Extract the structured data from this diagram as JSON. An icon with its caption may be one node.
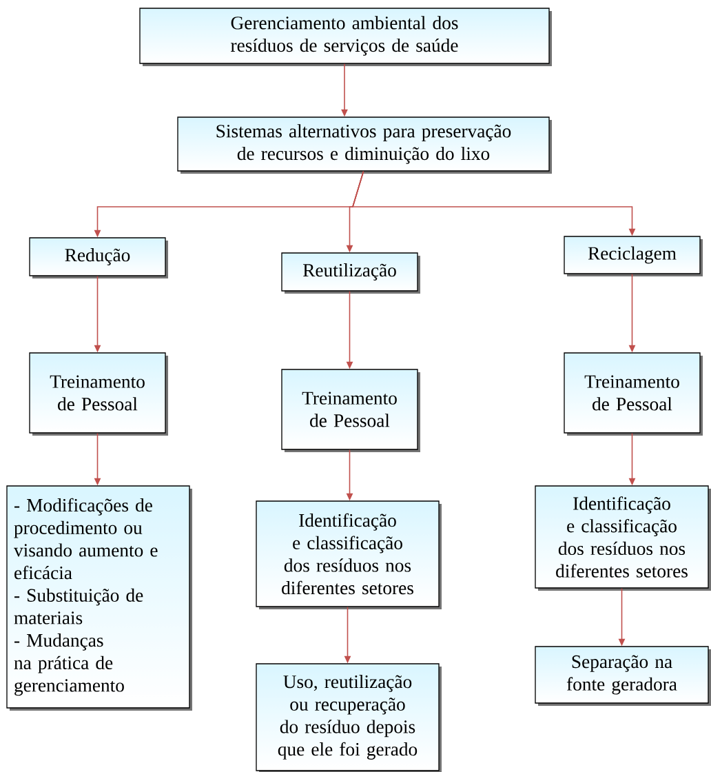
{
  "diagram": {
    "nodes": [
      {
        "text": [
          "Gerenciamento ambiental dos resíduos de serviços de saúde"
        ]
      },
      {
        "text": [
          "Sistemas alternativos para preservação de recursos e diminuição do lixo"
        ]
      },
      {
        "text": [
          "Redução"
        ]
      },
      {
        "text": [
          "Reutilização"
        ]
      },
      {
        "text": [
          "Reciclagem"
        ]
      },
      {
        "text": [
          "Treinamento de Pessoal"
        ]
      },
      {
        "text": [
          "Treinamento de Pessoal"
        ]
      },
      {
        "text": [
          "Treinamento de Pessoal"
        ]
      },
      {
        "text": [
          "- Modificações de procedimento ou visando aumento e eficácia",
          "- Substituição de materiais",
          "- Mudanças na prática de gerenciamento"
        ]
      },
      {
        "text": [
          "Identificação e classificação dos resíduos nos diferentes setores"
        ]
      },
      {
        "text": [
          "Uso, reutilização ou recuperação do resíduo depois que ele foi gerado"
        ]
      },
      {
        "text": [
          "Identificação e classificação dos resíduos nos diferentes setores"
        ]
      },
      {
        "text": [
          "Separação na fonte geradora"
        ]
      }
    ],
    "edges": [
      {
        "from": 0,
        "to": 1,
        "arrow": "to"
      },
      {
        "from": 1,
        "to": 2,
        "arrow": "to"
      },
      {
        "from": 1,
        "to": 3,
        "arrow": "to"
      },
      {
        "from": 1,
        "to": 4,
        "arrow": "to"
      },
      {
        "from": 2,
        "to": 5,
        "arrow": "to"
      },
      {
        "from": 3,
        "to": 6,
        "arrow": "to"
      },
      {
        "from": 4,
        "to": 7,
        "arrow": "to"
      },
      {
        "from": 5,
        "to": 8,
        "arrow": "to"
      },
      {
        "from": 6,
        "to": 9,
        "arrow": "to"
      },
      {
        "from": 7,
        "to": 11,
        "arrow": "to"
      },
      {
        "from": 9,
        "to": 10,
        "arrow": "to"
      },
      {
        "from": 11,
        "to": 12,
        "arrow": "to"
      }
    ]
  }
}
